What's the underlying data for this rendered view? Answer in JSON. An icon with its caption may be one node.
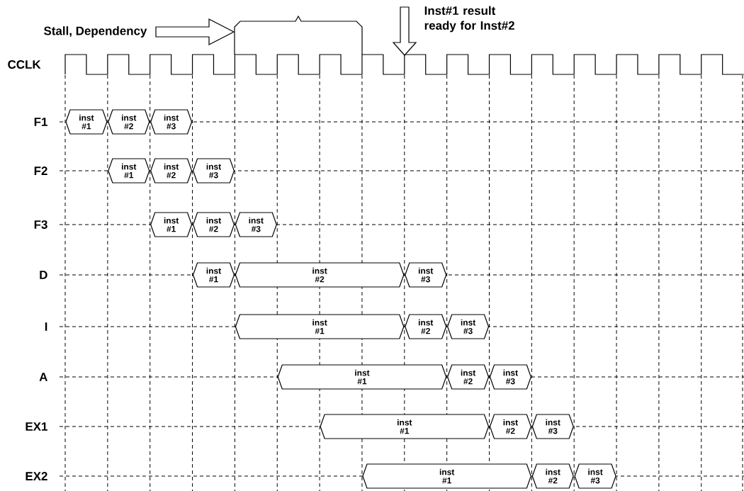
{
  "diagram": {
    "nodes": [
      {
        "text": [
          "inst #1"
        ]
      },
      {
        "text": [
          "inst #2"
        ]
      },
      {
        "text": [
          "inst #3"
        ]
      },
      {
        "text": [
          "inst #1"
        ]
      },
      {
        "text": [
          "inst #2"
        ]
      },
      {
        "text": [
          "inst #3"
        ]
      },
      {
        "text": [
          "inst #1"
        ]
      },
      {
        "text": [
          "inst #2"
        ]
      },
      {
        "text": [
          "inst #3"
        ]
      },
      {
        "text": [
          "inst #1"
        ]
      },
      {
        "text": [
          "inst #2"
        ]
      },
      {
        "text": [
          "inst #3"
        ]
      },
      {
        "text": [
          "inst #1"
        ]
      },
      {
        "text": [
          "inst #2"
        ]
      },
      {
        "text": [
          "inst #3"
        ]
      },
      {
        "text": [
          "inst #1"
        ]
      },
      {
        "text": [
          "inst #2"
        ]
      },
      {
        "text": [
          "inst #3"
        ]
      },
      {
        "text": [
          "inst #1"
        ]
      },
      {
        "text": [
          "inst #2"
        ]
      },
      {
        "text": [
          "inst #3"
        ]
      },
      {
        "text": [
          "inst #1"
        ]
      },
      {
        "text": [
          "inst #2"
        ]
      },
      {
        "text": [
          "inst #3"
        ]
      }
    ],
    "labels": [
      "Stall, Dependency",
      "Inst#1 result ready for Inst#2",
      "CCLK",
      "F1",
      "F2",
      "F3",
      "D",
      "I",
      "A",
      "EX1",
      "EX2"
    ]
  }
}
